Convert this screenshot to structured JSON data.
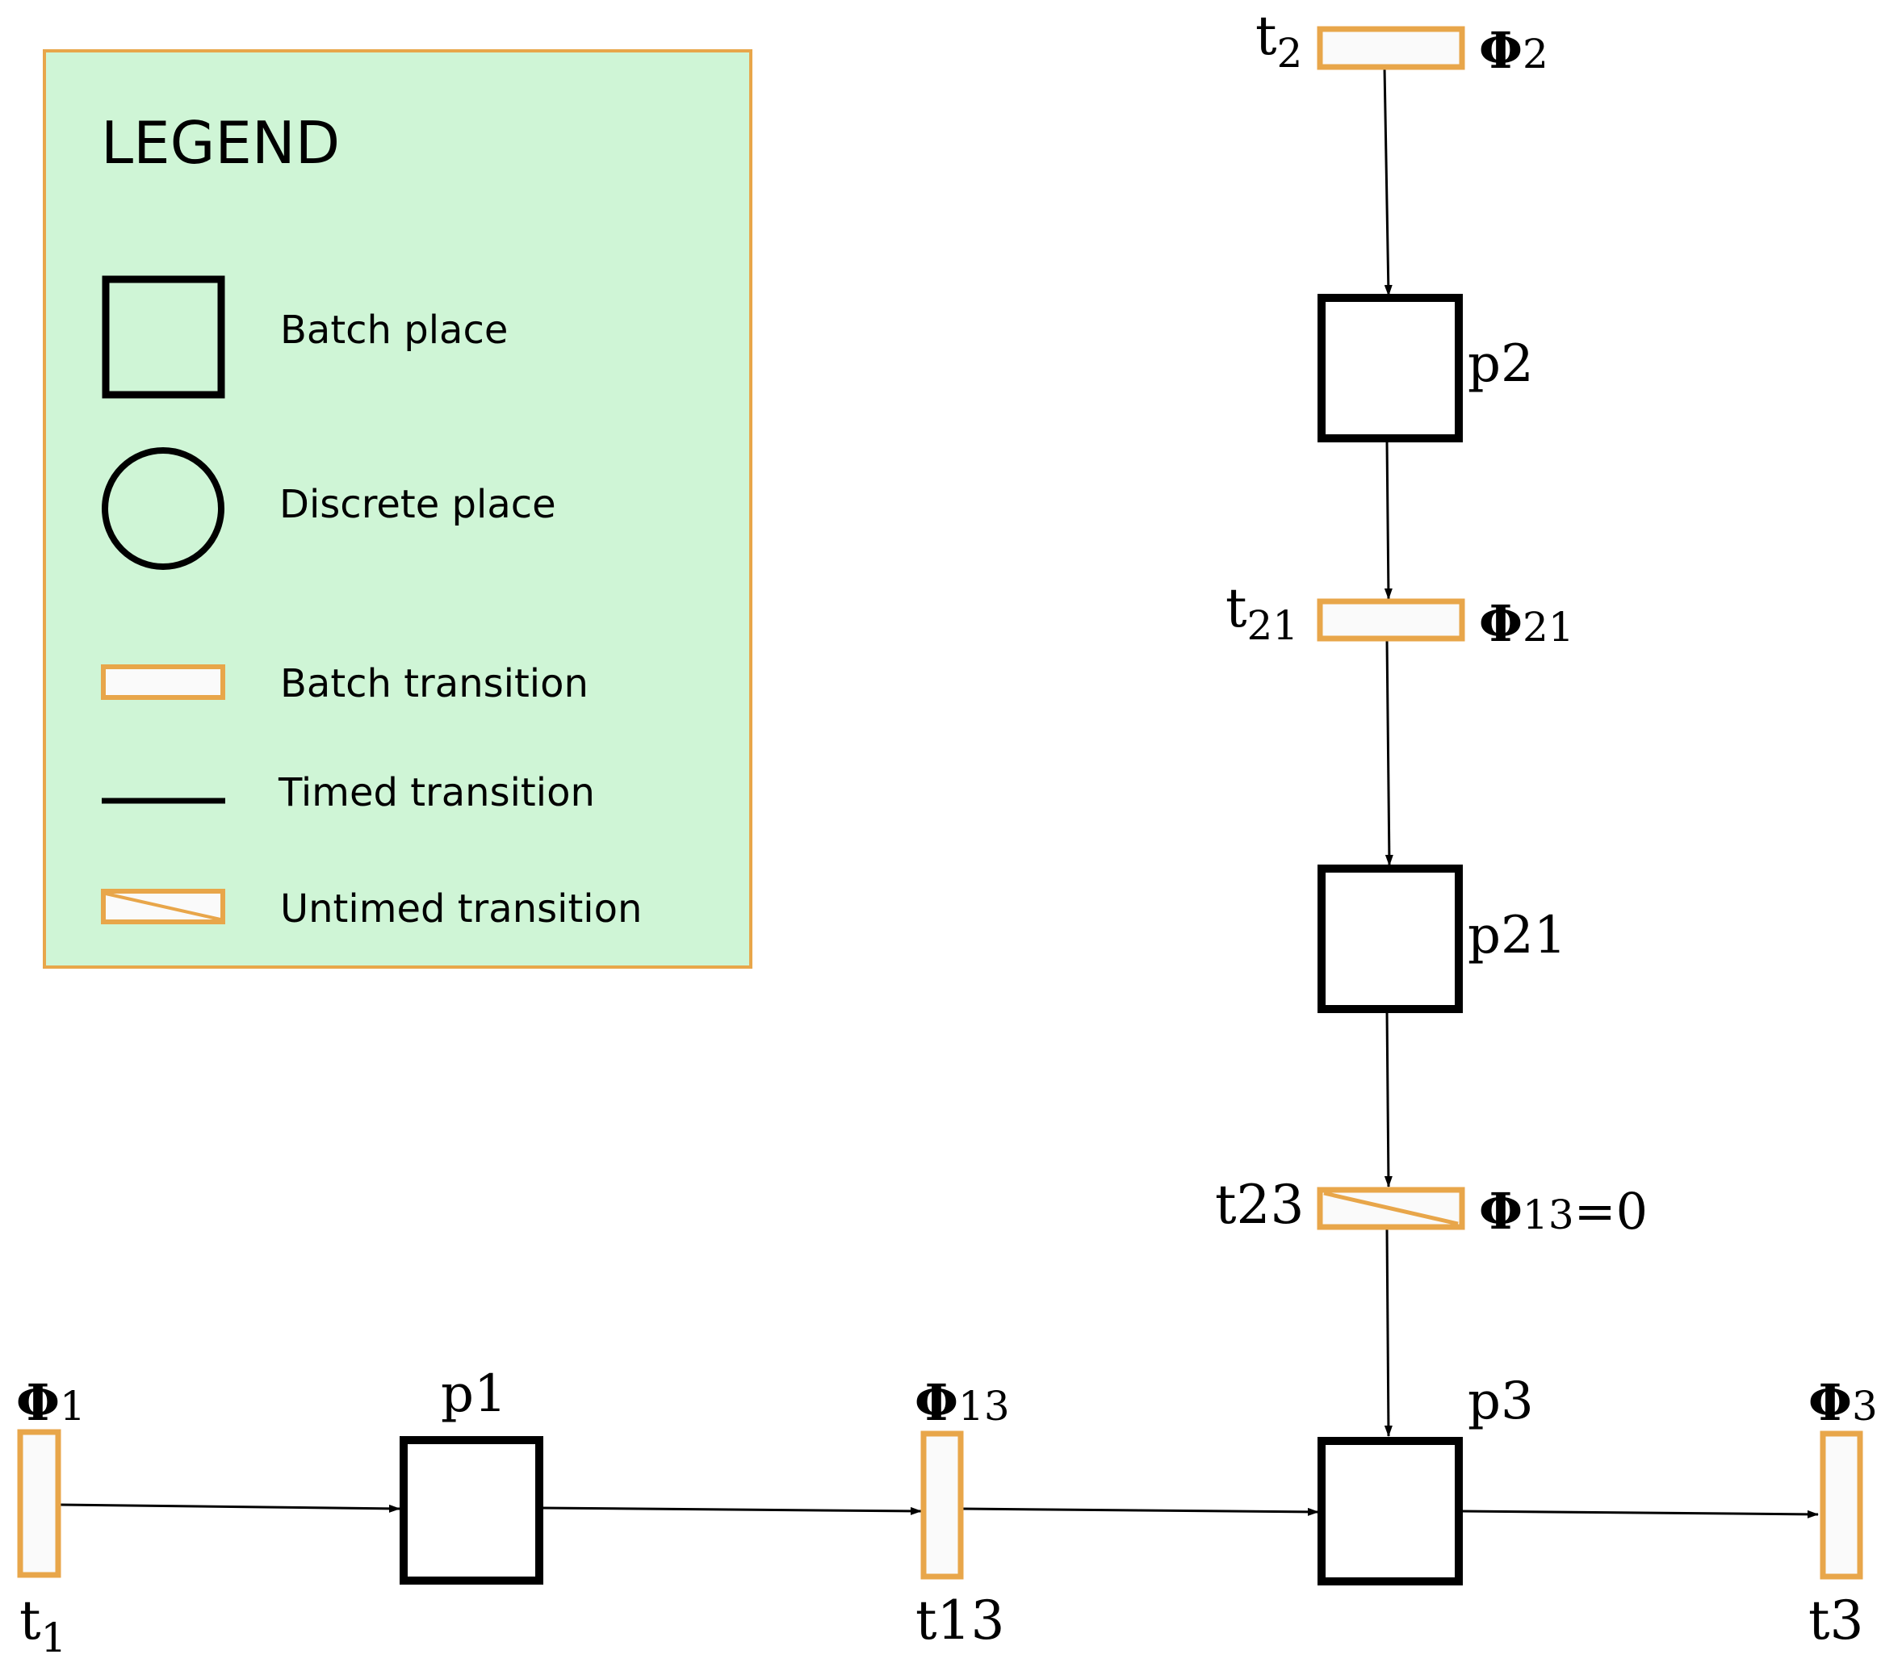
{
  "legend": {
    "title": "LEGEND",
    "batch_place": "Batch place",
    "discrete_place": "Discrete place",
    "batch_transition": "Batch transition",
    "timed_transition": "Timed transition",
    "untimed_transition": "Untimed transition"
  },
  "colors": {
    "legend_fill": "#cff5d6",
    "legend_border": "#e8a64a",
    "transition_border": "#e8a64a",
    "transition_fill": "#fafafa",
    "place_border": "#000000"
  },
  "net": {
    "t2": {
      "name": "t",
      "sub": "2",
      "phi": "Φ",
      "phi_sub": "2"
    },
    "p2": {
      "label": "p2"
    },
    "t21": {
      "name": "t",
      "sub": "21",
      "phi": "Φ",
      "phi_sub": "21"
    },
    "p21": {
      "label": "p21"
    },
    "t23": {
      "label": "t23",
      "phi": "Φ",
      "phi_sub": "13",
      "phi_suffix": "=0"
    },
    "t1": {
      "name": "t",
      "sub": "1",
      "phi": "Φ",
      "phi_sub": "1"
    },
    "p1": {
      "label": "p1"
    },
    "t13": {
      "label": "t13",
      "phi": "Φ",
      "phi_sub": "13"
    },
    "p3": {
      "label": "p3"
    },
    "t3": {
      "name": "t",
      "sub": "3",
      "phi": "Φ",
      "phi_sub": "3"
    }
  }
}
